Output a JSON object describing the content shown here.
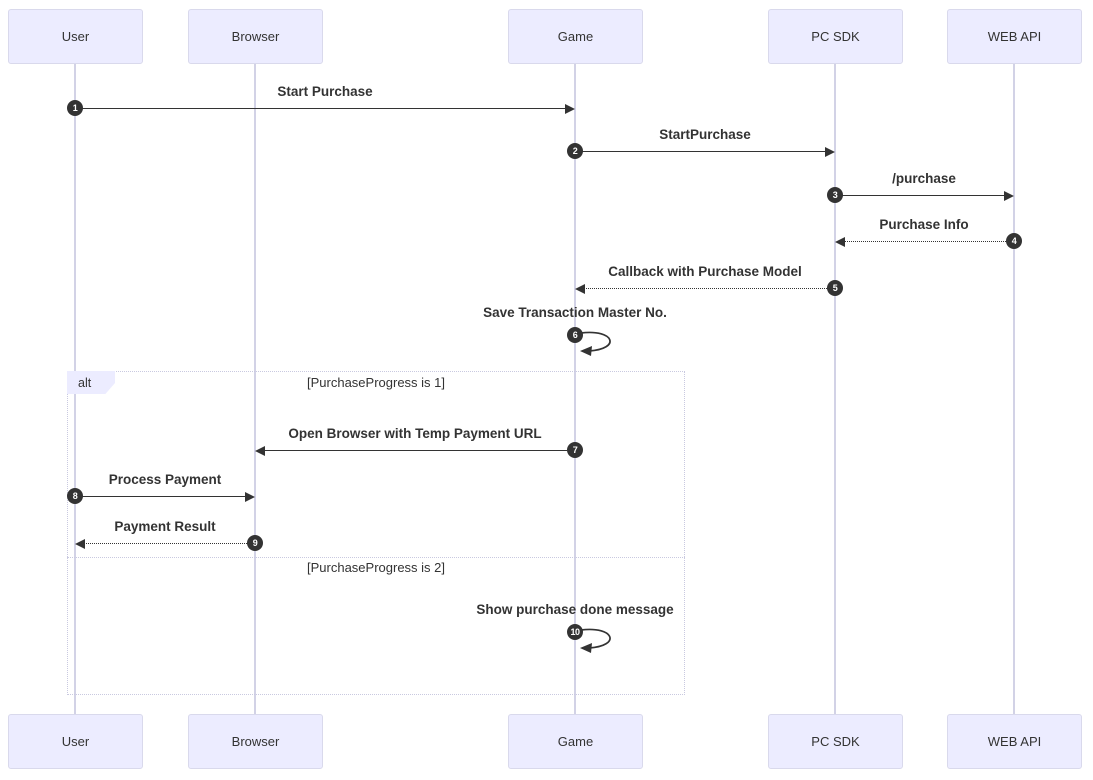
{
  "diagram": {
    "type": "sequence-diagram",
    "actors": [
      {
        "name": "User"
      },
      {
        "name": "Browser"
      },
      {
        "name": "Game"
      },
      {
        "name": "PC SDK"
      },
      {
        "name": "WEB API"
      }
    ],
    "messages": [
      {
        "seq": "1",
        "from": "User",
        "to": "Game",
        "label": "Start Purchase",
        "line": "solid"
      },
      {
        "seq": "2",
        "from": "Game",
        "to": "PC SDK",
        "label": "StartPurchase",
        "line": "solid"
      },
      {
        "seq": "3",
        "from": "PC SDK",
        "to": "WEB API",
        "label": "/purchase",
        "line": "solid"
      },
      {
        "seq": "4",
        "from": "WEB API",
        "to": "PC SDK",
        "label": "Purchase Info",
        "line": "dotted"
      },
      {
        "seq": "5",
        "from": "PC SDK",
        "to": "Game",
        "label": "Callback with Purchase Model",
        "line": "dotted"
      },
      {
        "seq": "6",
        "from": "Game",
        "to": "Game",
        "label": "Save Transaction Master No.",
        "line": "self"
      },
      {
        "seq": "7",
        "from": "Game",
        "to": "Browser",
        "label": "Open Browser with Temp Payment URL",
        "line": "solid"
      },
      {
        "seq": "8",
        "from": "User",
        "to": "Browser",
        "label": "Process Payment",
        "line": "solid"
      },
      {
        "seq": "9",
        "from": "Browser",
        "to": "User",
        "label": "Payment Result",
        "line": "dotted"
      },
      {
        "seq": "10",
        "from": "Game",
        "to": "Game",
        "label": "Show purchase done message",
        "line": "self"
      }
    ],
    "alt_block": {
      "label": "alt",
      "sections": [
        {
          "condition": "[PurchaseProgress is 1]"
        },
        {
          "condition": "[PurchaseProgress is 2]"
        }
      ]
    },
    "colors": {
      "actor_fill": "#ECECFF",
      "actor_border": "#d9d9ec",
      "lifeline": "#d2d2e6",
      "message_line": "#333333",
      "message_text": "#333333",
      "frame_border": "#c9c9e0",
      "badge_fill": "#333333",
      "badge_text": "#ffffff"
    }
  }
}
